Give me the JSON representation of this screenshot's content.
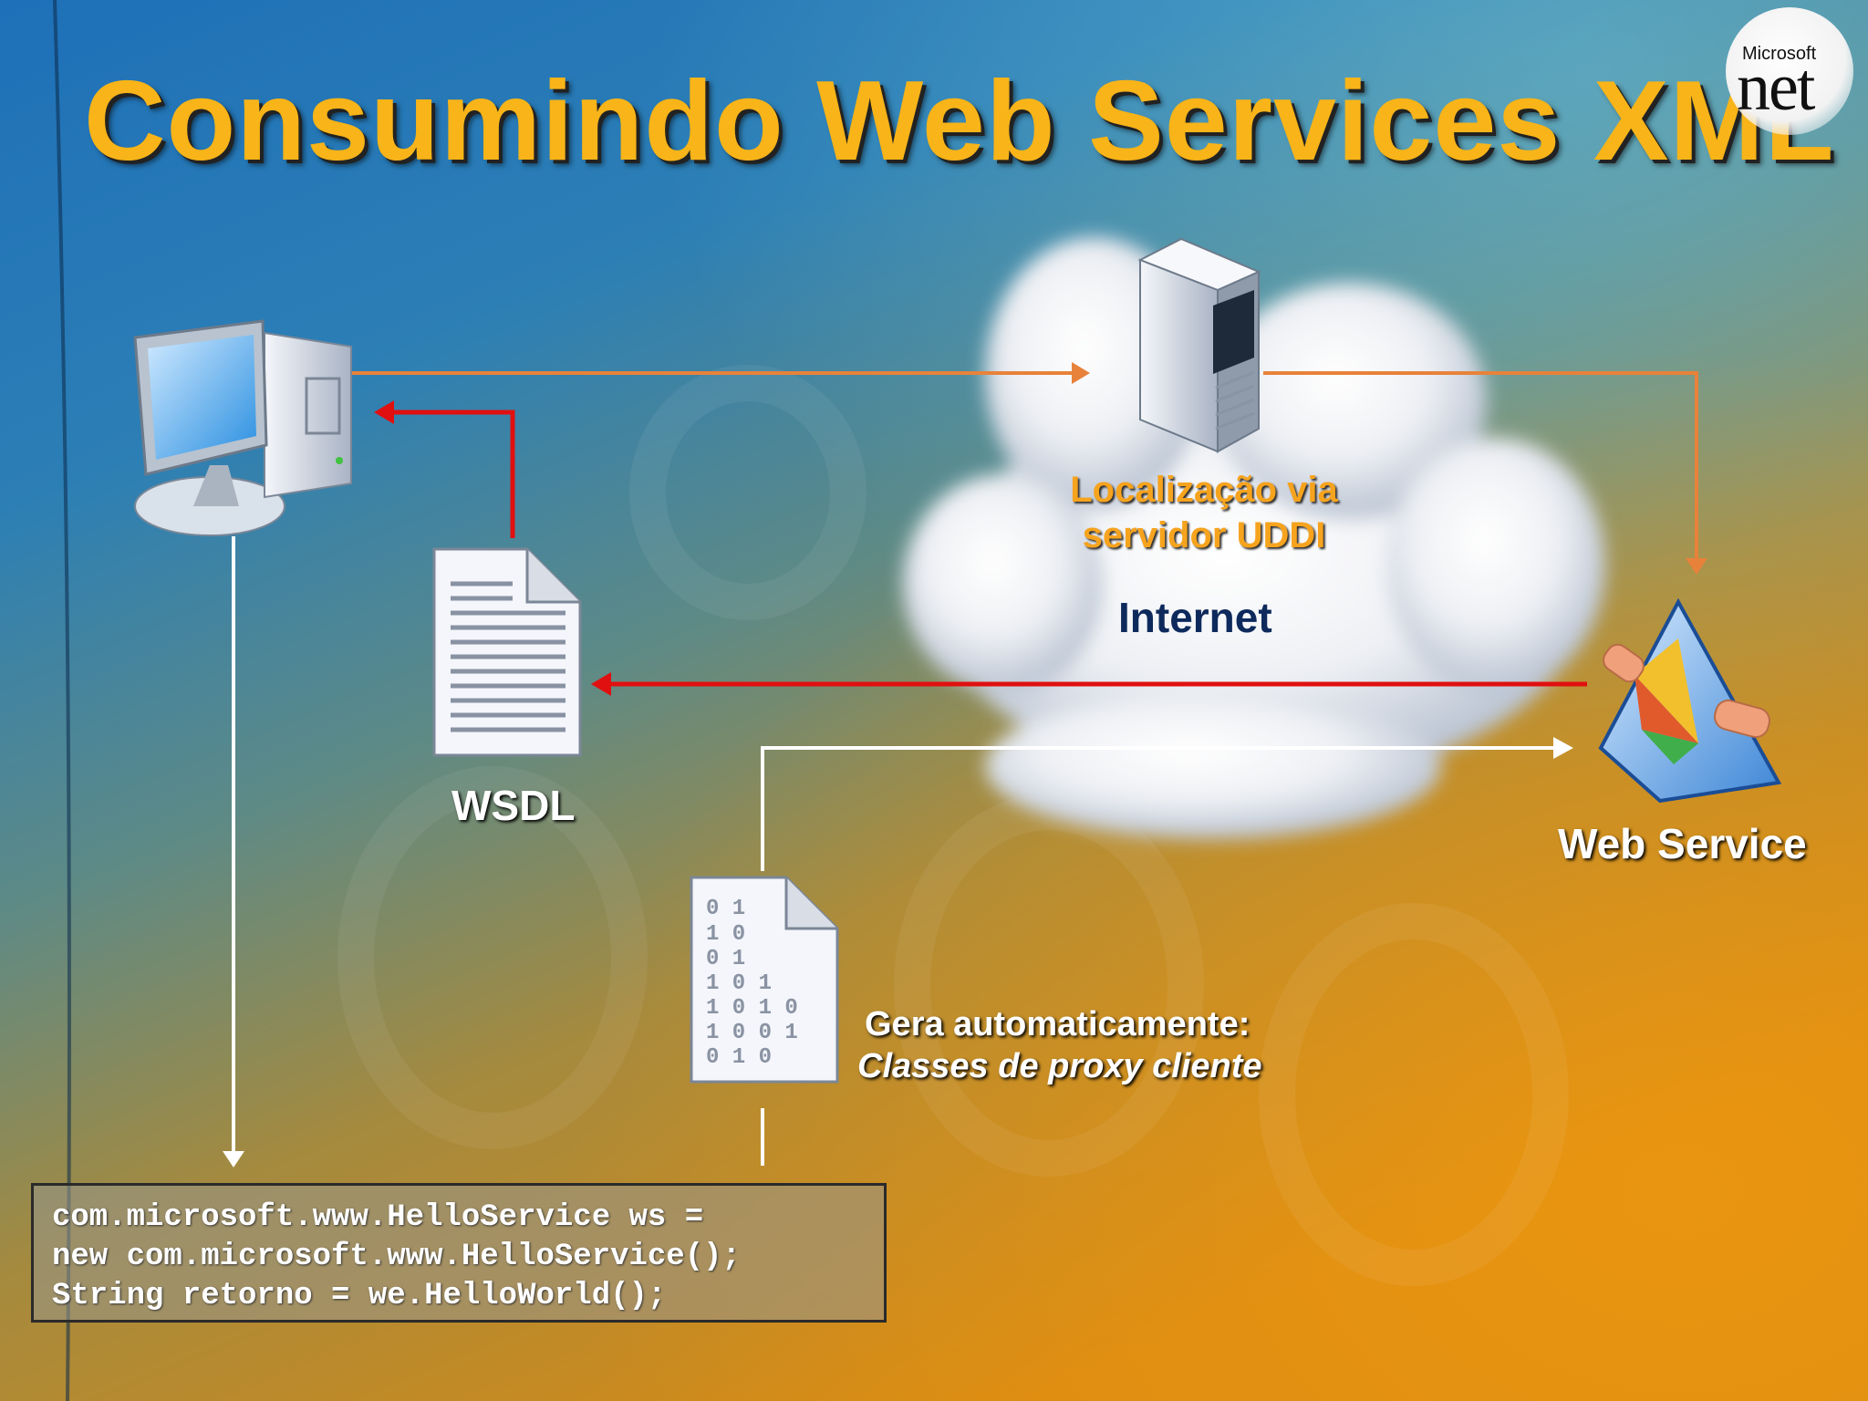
{
  "slide": {
    "title": "Consumindo Web Services XML",
    "logo": {
      "brand": "Microsoft",
      "name": "net",
      "icon": "dotnet-logo-icon"
    }
  },
  "labels": {
    "uddi_line1": "Localização via",
    "uddi_line2": "servidor UDDI",
    "internet": "Internet",
    "wsdl": "WSDL",
    "web_service": "Web Service",
    "gera_line1": "Gera automaticamente:",
    "gera_line2": "Classes de proxy cliente"
  },
  "code": {
    "line1": "com.microsoft.www.HelloService ws =",
    "line2": "new com.microsoft.www.HelloService();",
    "line3": "String retorno = we.HelloWorld();"
  },
  "binary_digits": [
    "0 1",
    "1 0",
    "0    1",
    "1 0   1",
    "1 0  1 0",
    "1 0 0 1",
    "0 1    0"
  ],
  "colors": {
    "title": "#F8B418",
    "uddi_arrow": "#E8823A",
    "wsdl_arrow": "#E01010",
    "white_arrow": "#FFFFFF",
    "internet_label": "#0E2A5C"
  },
  "icons": [
    "computer-icon",
    "server-icon",
    "wsdl-document-icon",
    "web-service-icon",
    "binary-document-icon",
    "cloud-icon"
  ]
}
